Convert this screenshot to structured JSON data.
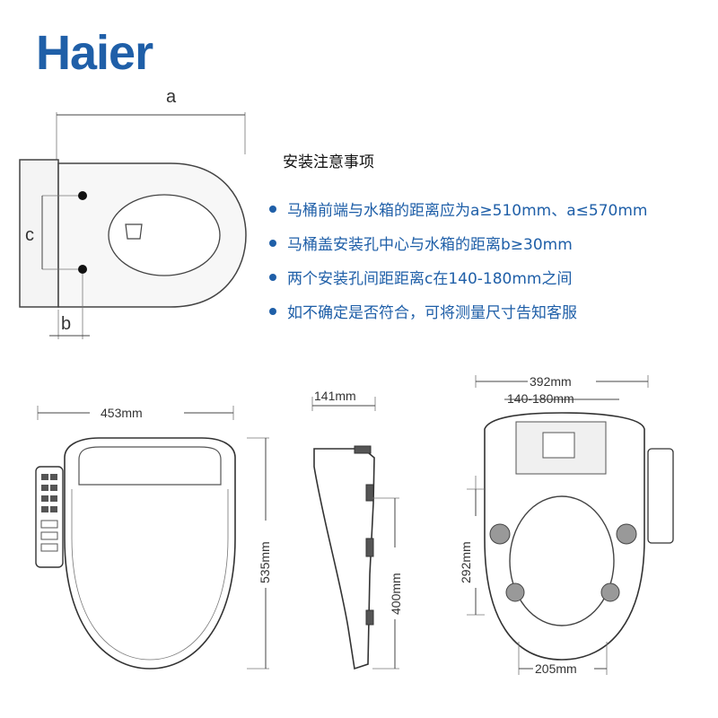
{
  "brand": {
    "logo_text": "Haier",
    "color": "#1f5fa8"
  },
  "notes": {
    "title": "安装注意事项",
    "items": [
      {
        "text": "马桶前端与水箱的距离应为a≥510mm、a≤570mm"
      },
      {
        "text": "马桶盖安装孔中心与水箱的距离b≥30mm"
      },
      {
        "text": "两个安装孔间距距离c在140-180mm之间"
      },
      {
        "text": "如不确定是否符合，可将测量尺寸告知客服"
      }
    ],
    "bullet_color": "#1f5fa8"
  },
  "top_diagram": {
    "label_a": "a",
    "label_b": "b",
    "label_c": "c"
  },
  "front_view": {
    "width_label": "453mm",
    "height_label": "535mm"
  },
  "side_view": {
    "width_label": "141mm",
    "height_label": "400mm"
  },
  "bottom_view": {
    "width_label": "392mm",
    "hole_spacing_label": "140-180mm",
    "height_label": "292mm",
    "bottom_width_label": "205mm"
  }
}
